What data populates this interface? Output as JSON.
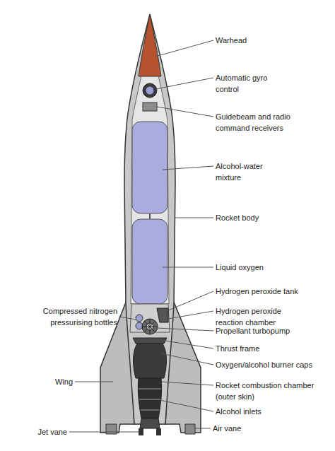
{
  "diagram": {
    "labels": [
      "Warhead",
      "Automatic gyro control",
      "Guidebeam and radio command receivers",
      "Alcohol-water mixture",
      "Rocket body",
      "Liquid oxygen",
      "Hydrogen peroxide tank",
      "Compressed nitrogen pressurising bottles",
      "Hydrogen peroxide reaction chamber",
      "Propellant turbopump",
      "Thrust frame",
      "Oxygen/alcohol burner caps",
      "Wing",
      "Rocket combustion chamber (outer skin)",
      "Alcohol inlets",
      "Air vane",
      "Jet vane"
    ]
  }
}
